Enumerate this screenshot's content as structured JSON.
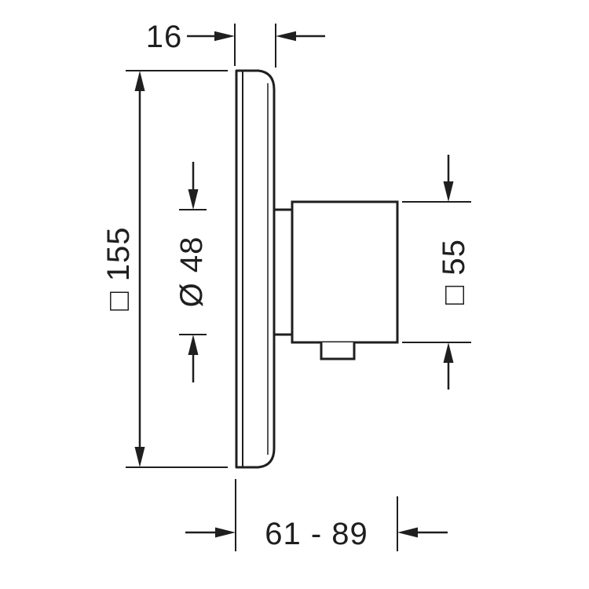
{
  "meta": {
    "type": "technical-dimension-drawing",
    "view": "side-view-concealed-thermostat-trim",
    "background_color": "#ffffff",
    "line_color": "#1f1f1f"
  },
  "labels": {
    "plate_thickness": "16",
    "plate_size": "□ 155",
    "sleeve_diameter": "Ø 48",
    "handle_size": "□ 55",
    "installation_depth": "61 - 89"
  }
}
